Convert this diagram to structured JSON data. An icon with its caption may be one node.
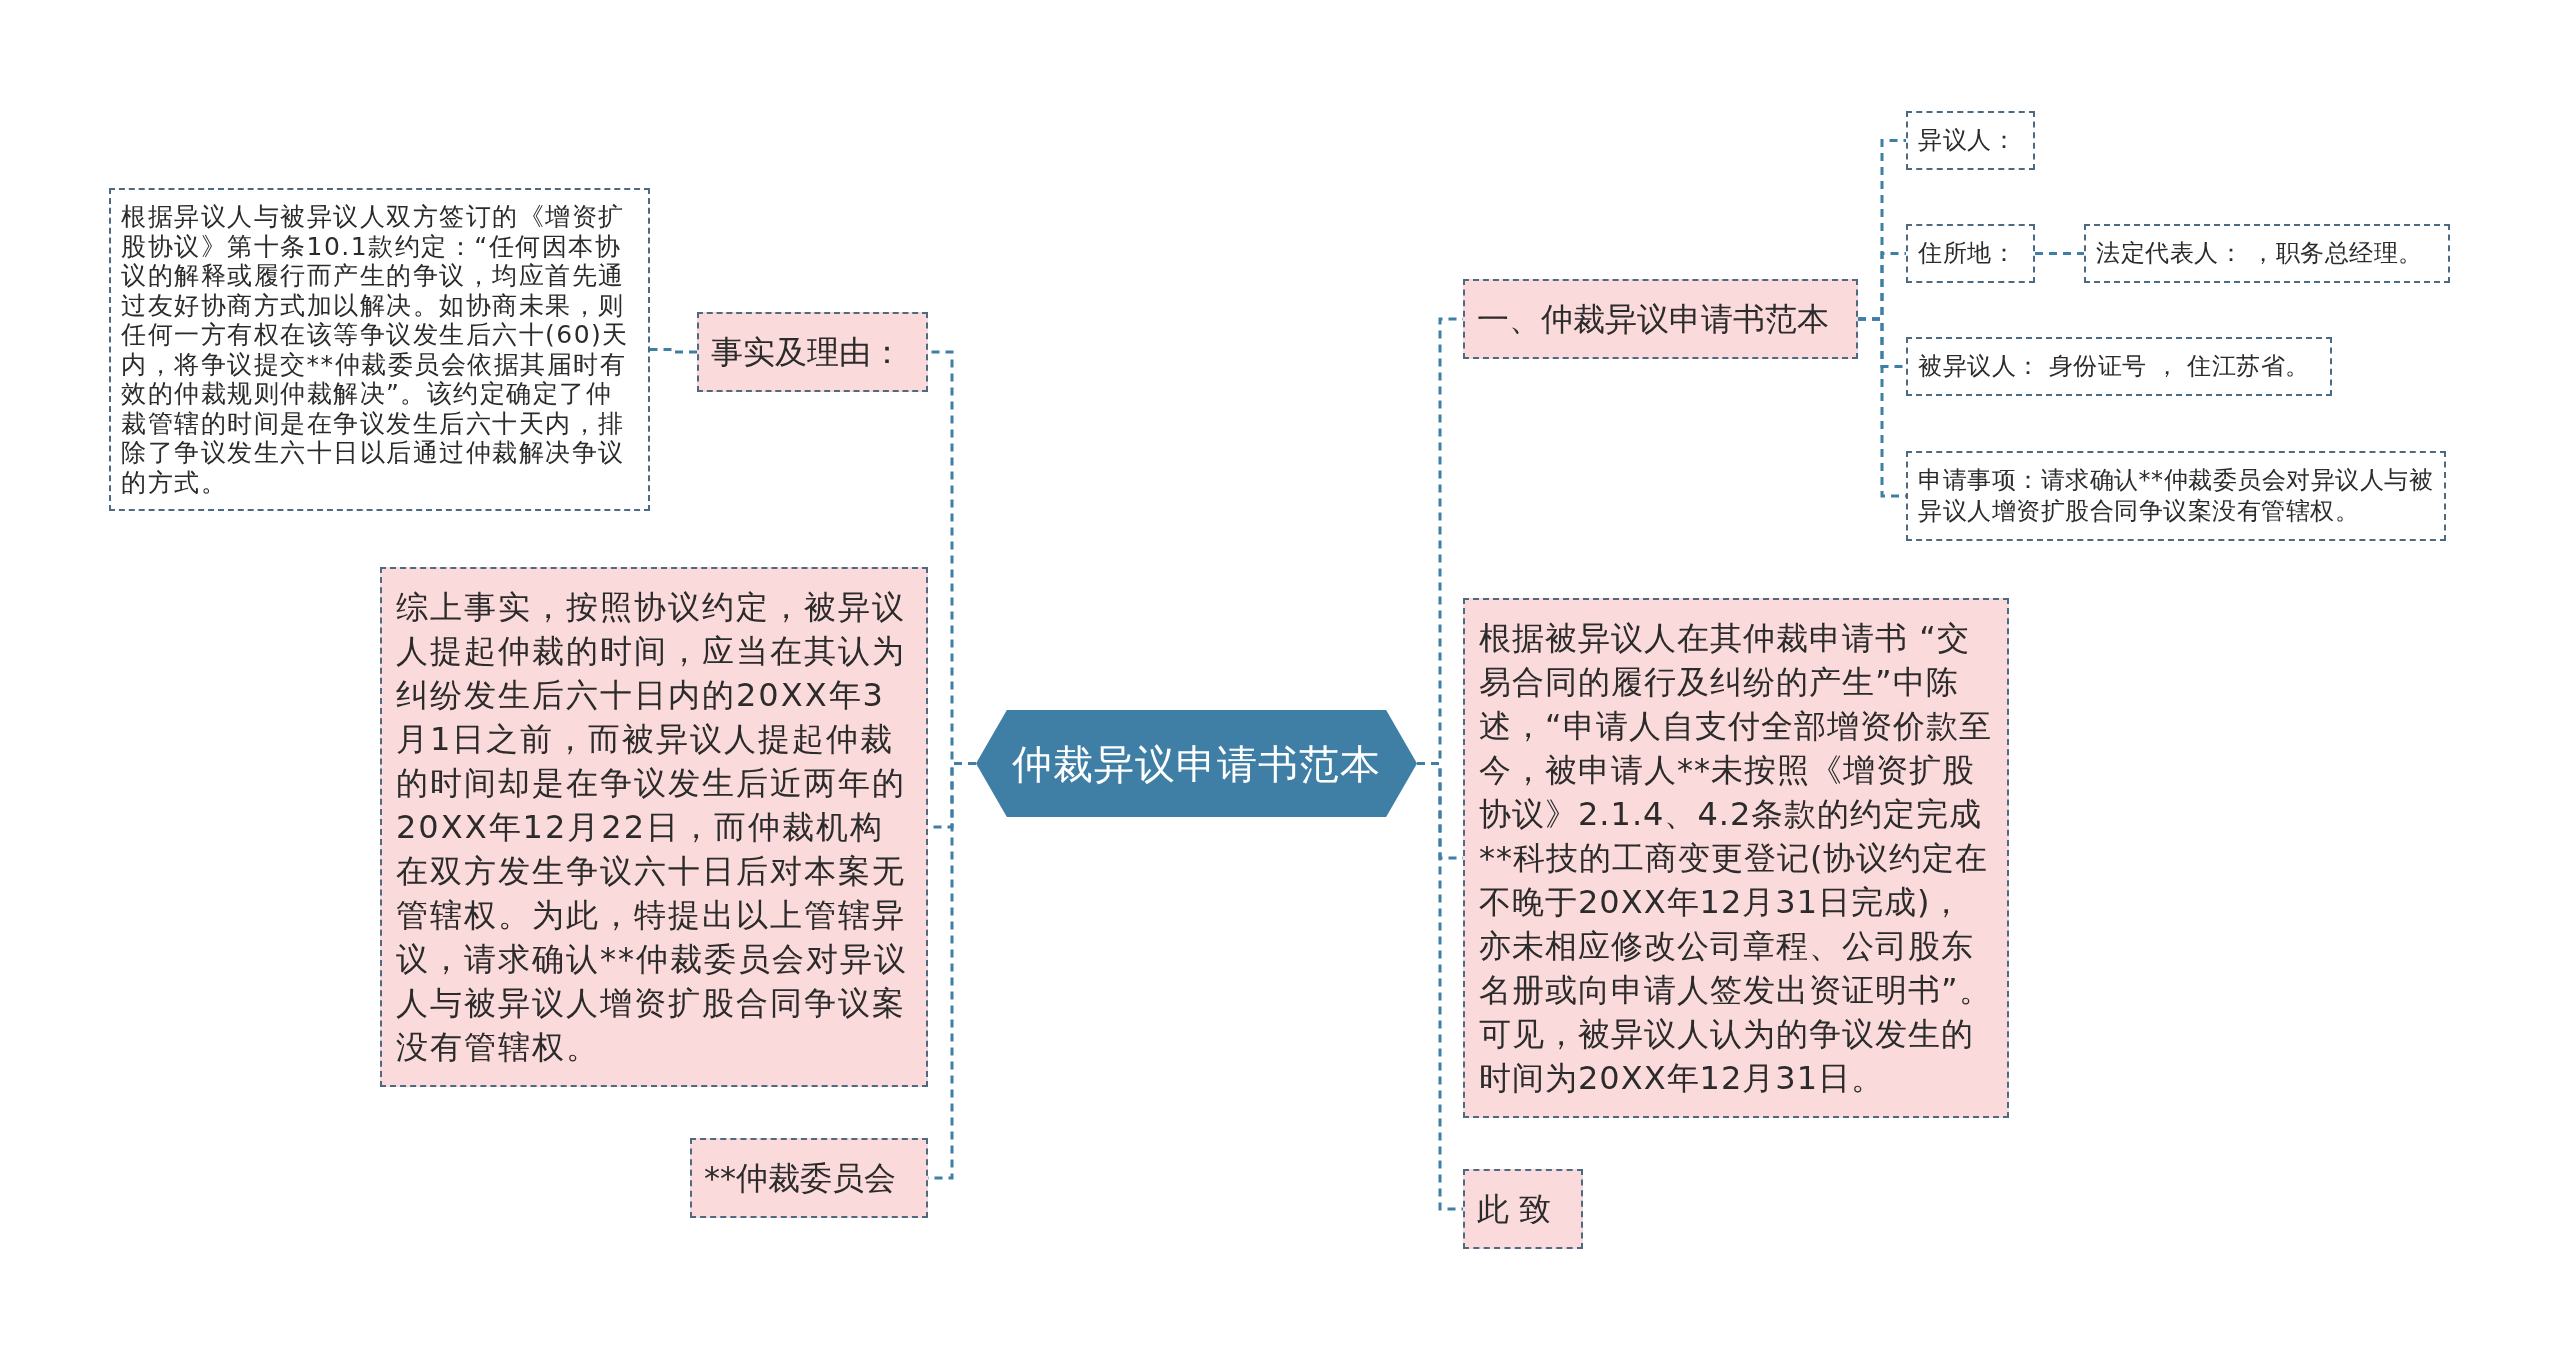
{
  "diagram": {
    "nodes": [
      {
        "text": [
          "仲裁异议申请书范本"
        ]
      },
      {
        "text": [
          "事实及理由："
        ]
      },
      {
        "text": [
          "根据异议人与被异议人双方签订的《增资扩股协议》第十条10.1款约定：“任何因本协议的解释或履行而产生的争议，均应首先通过友好协商方式加以解决。如协商未果，则任何一方有权在该等争议发生后六十(60)天内，将争议提交**仲裁委员会依据其届时有效的仲裁规则仲裁解决”。该约定确定了仲裁管辖的时间是在争议发生后六十天内，排除了争议发生六十日以后通过仲裁解决争议的方式。"
        ]
      },
      {
        "text": [
          "综上事实，按照协议约定，被异议人提起仲裁的时间，应当在其认为纠纷发生后六十日内的20XX年3月1日之前，而被异议人提起仲裁的时间却是在争议发生后近两年的20XX年12月22日，而仲裁机构在双方发生争议六十日后对本案无管辖权。为此，特提出以上管辖异议，请求确认**仲裁委员会对异议人与被异议人增资扩股合同争议案没有管辖权。"
        ]
      },
      {
        "text": [
          "**仲裁委员会"
        ]
      },
      {
        "text": [
          "一、仲裁异议申请书范本"
        ]
      },
      {
        "text": [
          "异议人："
        ]
      },
      {
        "text": [
          "住所地："
        ]
      },
      {
        "text": [
          "法定代表人： ，职务总经理。"
        ]
      },
      {
        "text": [
          "被异议人： 身份证号 ， 住江苏省。"
        ]
      },
      {
        "text": [
          "申请事项：请求确认**仲裁委员会对异议人与被异议人增资扩股合同争议案没有管辖权。"
        ]
      },
      {
        "text": [
          "根据被异议人在其仲裁申请书 “交易合同的履行及纠纷的产生”中陈述，“申请人自支付全部增资价款至今，被申请人**未按照《增资扩股协议》2.1.4、4.2条款的约定完成**科技的工商变更登记(协议约定在不晚于20XX年12月31日完成)，亦未相应修改公司章程、公司股东名册或向申请人签发出资证明书”。可见，被异议人认为的争议发生的时间为20XX年12月31日。"
        ]
      },
      {
        "text": [
          "此 致"
        ]
      }
    ],
    "edges": [
      {
        "from": 0,
        "to": 1,
        "arrow": "none"
      },
      {
        "from": 1,
        "to": 2,
        "arrow": "none"
      },
      {
        "from": 0,
        "to": 3,
        "arrow": "none"
      },
      {
        "from": 0,
        "to": 4,
        "arrow": "none"
      },
      {
        "from": 0,
        "to": 5,
        "arrow": "none"
      },
      {
        "from": 5,
        "to": 6,
        "arrow": "none"
      },
      {
        "from": 5,
        "to": 7,
        "arrow": "none"
      },
      {
        "from": 7,
        "to": 8,
        "arrow": "none"
      },
      {
        "from": 5,
        "to": 9,
        "arrow": "none"
      },
      {
        "from": 5,
        "to": 10,
        "arrow": "none"
      },
      {
        "from": 0,
        "to": 11,
        "arrow": "none"
      },
      {
        "from": 0,
        "to": 12,
        "arrow": "none"
      }
    ]
  }
}
